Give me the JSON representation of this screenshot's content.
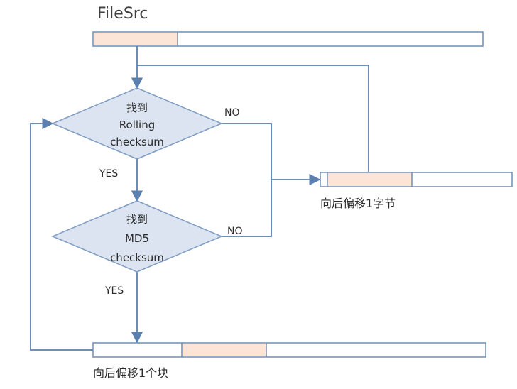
{
  "title": "FileSrc",
  "nodes": {
    "rolling": {
      "lines": [
        "找到",
        "Rolling",
        "checksum"
      ]
    },
    "md5": {
      "lines": [
        "找到",
        "MD5",
        "checksum"
      ]
    }
  },
  "labels": {
    "no_rolling": "NO",
    "no_md5": "NO",
    "yes_rolling": "YES",
    "yes_md5": "YES"
  },
  "captions": {
    "shift_byte": "向后偏移1字节",
    "shift_block": "向后偏移1个块"
  },
  "colors": {
    "line": "#5b7fae",
    "box_border": "#6f8fb6",
    "diamond_fill": "#dbe4f0",
    "diamond_stroke": "#7f9cc3",
    "highlight": "#fce4d6"
  }
}
